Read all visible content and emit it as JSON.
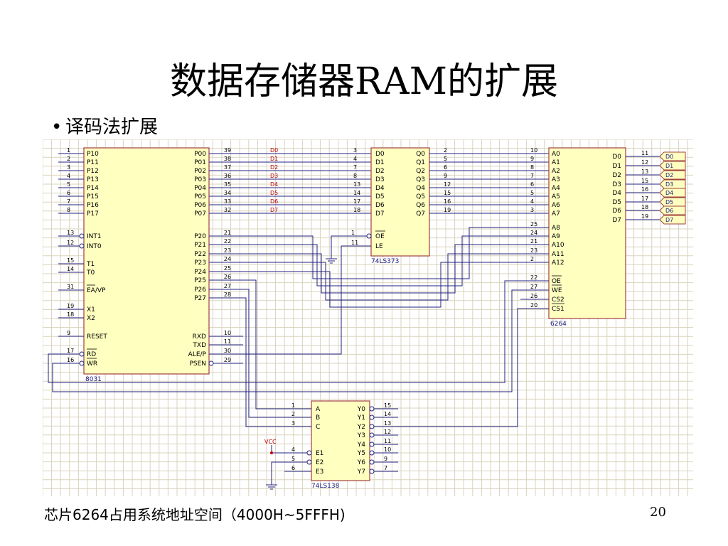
{
  "slide": {
    "title": "数据存储器RAM的扩展",
    "bullet": "译码法扩展",
    "caption": "芯片6264占用系统地址空间（4000H~5FFFH)",
    "page_number": "20"
  },
  "chips": {
    "mcu": {
      "name": "8031",
      "left_pins": [
        {
          "num": "1",
          "label": "P10"
        },
        {
          "num": "2",
          "label": "P11"
        },
        {
          "num": "3",
          "label": "P12"
        },
        {
          "num": "4",
          "label": "P13"
        },
        {
          "num": "5",
          "label": "P14"
        },
        {
          "num": "6",
          "label": "P15"
        },
        {
          "num": "7",
          "label": "P16"
        },
        {
          "num": "8",
          "label": "P17"
        },
        {
          "num": "13",
          "label": "INT1"
        },
        {
          "num": "12",
          "label": "INT0"
        },
        {
          "num": "15",
          "label": "T1"
        },
        {
          "num": "14",
          "label": "T0"
        },
        {
          "num": "31",
          "label": "EA/VP"
        },
        {
          "num": "19",
          "label": "X1"
        },
        {
          "num": "18",
          "label": "X2"
        },
        {
          "num": "9",
          "label": "RESET"
        },
        {
          "num": "17",
          "label": "RD"
        },
        {
          "num": "16",
          "label": "WR"
        }
      ],
      "right_pins": [
        {
          "num": "39",
          "label": "P00"
        },
        {
          "num": "38",
          "label": "P01"
        },
        {
          "num": "37",
          "label": "P02"
        },
        {
          "num": "36",
          "label": "P03"
        },
        {
          "num": "35",
          "label": "P04"
        },
        {
          "num": "34",
          "label": "P05"
        },
        {
          "num": "33",
          "label": "P06"
        },
        {
          "num": "32",
          "label": "P07"
        },
        {
          "num": "21",
          "label": "P20"
        },
        {
          "num": "22",
          "label": "P21"
        },
        {
          "num": "23",
          "label": "P22"
        },
        {
          "num": "24",
          "label": "P23"
        },
        {
          "num": "25",
          "label": "P24"
        },
        {
          "num": "26",
          "label": "P25"
        },
        {
          "num": "27",
          "label": "P26"
        },
        {
          "num": "28",
          "label": "P27"
        },
        {
          "num": "10",
          "label": "RXD"
        },
        {
          "num": "11",
          "label": "TXD"
        },
        {
          "num": "30",
          "label": "ALE/P"
        },
        {
          "num": "29",
          "label": "PSEN"
        }
      ]
    },
    "latch": {
      "name": "74LS373",
      "left_pins": [
        {
          "num": "3",
          "label": "D0"
        },
        {
          "num": "4",
          "label": "D1"
        },
        {
          "num": "7",
          "label": "D2"
        },
        {
          "num": "8",
          "label": "D3"
        },
        {
          "num": "13",
          "label": "D4"
        },
        {
          "num": "14",
          "label": "D5"
        },
        {
          "num": "17",
          "label": "D6"
        },
        {
          "num": "18",
          "label": "D7"
        },
        {
          "num": "1",
          "label": "OE"
        },
        {
          "num": "11",
          "label": "LE"
        }
      ],
      "right_pins": [
        {
          "num": "2",
          "label": "Q0"
        },
        {
          "num": "5",
          "label": "Q1"
        },
        {
          "num": "6",
          "label": "Q2"
        },
        {
          "num": "9",
          "label": "Q3"
        },
        {
          "num": "12",
          "label": "Q4"
        },
        {
          "num": "15",
          "label": "Q5"
        },
        {
          "num": "16",
          "label": "Q6"
        },
        {
          "num": "19",
          "label": "Q7"
        }
      ]
    },
    "ram": {
      "name": "6264",
      "left_pins": [
        {
          "num": "10",
          "label": "A0"
        },
        {
          "num": "9",
          "label": "A1"
        },
        {
          "num": "8",
          "label": "A2"
        },
        {
          "num": "7",
          "label": "A3"
        },
        {
          "num": "6",
          "label": "A4"
        },
        {
          "num": "5",
          "label": "A5"
        },
        {
          "num": "4",
          "label": "A6"
        },
        {
          "num": "3",
          "label": "A7"
        },
        {
          "num": "25",
          "label": "A8"
        },
        {
          "num": "24",
          "label": "A9"
        },
        {
          "num": "21",
          "label": "A10"
        },
        {
          "num": "23",
          "label": "A11"
        },
        {
          "num": "2",
          "label": "A12"
        },
        {
          "num": "22",
          "label": "OE"
        },
        {
          "num": "27",
          "label": "WE"
        },
        {
          "num": "26",
          "label": "CS2"
        },
        {
          "num": "20",
          "label": "CS1"
        }
      ],
      "right_pins": [
        {
          "num": "11",
          "label": "D0"
        },
        {
          "num": "12",
          "label": "D1"
        },
        {
          "num": "13",
          "label": "D2"
        },
        {
          "num": "15",
          "label": "D3"
        },
        {
          "num": "16",
          "label": "D4"
        },
        {
          "num": "17",
          "label": "D5"
        },
        {
          "num": "18",
          "label": "D6"
        },
        {
          "num": "19",
          "label": "D7"
        }
      ]
    },
    "decoder": {
      "name": "74LS138",
      "left_pins": [
        {
          "num": "1",
          "label": "A"
        },
        {
          "num": "2",
          "label": "B"
        },
        {
          "num": "3",
          "label": "C"
        },
        {
          "num": "4",
          "label": "E1"
        },
        {
          "num": "5",
          "label": "E2"
        },
        {
          "num": "6",
          "label": "E3"
        }
      ],
      "right_pins": [
        {
          "num": "15",
          "label": "Y0"
        },
        {
          "num": "14",
          "label": "Y1"
        },
        {
          "num": "13",
          "label": "Y2"
        },
        {
          "num": "12",
          "label": "Y3"
        },
        {
          "num": "11",
          "label": "Y4"
        },
        {
          "num": "10",
          "label": "Y5"
        },
        {
          "num": "9",
          "label": "Y6"
        },
        {
          "num": "7",
          "label": "Y7"
        }
      ]
    }
  },
  "bus_labels": [
    "D0",
    "D1",
    "D2",
    "D3",
    "D4",
    "D5",
    "D6",
    "D7"
  ],
  "data_ports": [
    "D0",
    "D1",
    "D2",
    "D3",
    "D4",
    "D5",
    "D6",
    "D7"
  ],
  "vcc_label": "VCC",
  "colors": {
    "chip_fill": "#ffffc0",
    "chip_border": "#a04040",
    "wire": "#202080",
    "grid": "#d9d3bd",
    "bus_label": "#c00000",
    "chip_name": "#202080"
  }
}
